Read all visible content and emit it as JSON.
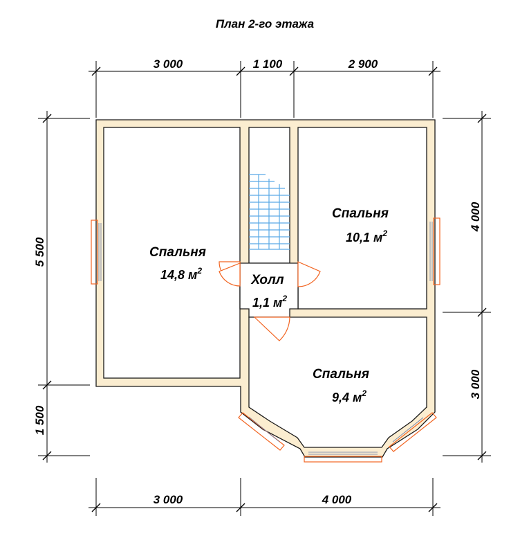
{
  "title": "План 2-го этажа",
  "dimensions": {
    "top": [
      "3 000",
      "1 100",
      "2 900"
    ],
    "bottom": [
      "3 000",
      "4 000"
    ],
    "left": [
      "5 500",
      "1 500"
    ],
    "right": [
      "4 000",
      "3 000"
    ]
  },
  "rooms": [
    {
      "name": "Спальня",
      "area": "14,8 м"
    },
    {
      "name": "Спальня",
      "area": "10,1 м"
    },
    {
      "name": "Холл",
      "area": "1,1 м"
    },
    {
      "name": "Спальня",
      "area": "9,4 м"
    }
  ],
  "area_unit_sup": "2",
  "colors": {
    "wall_fill": "#fbedd0",
    "window_frame": "#f26522",
    "stair": "#5aa9e6"
  }
}
